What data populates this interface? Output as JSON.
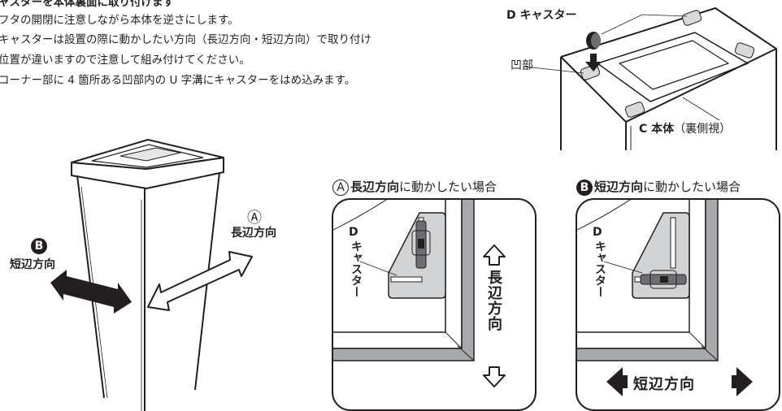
{
  "instructions": {
    "heading": "ャスターを本体裏面に取り付けます",
    "lines": [
      "フタの開閉に注意しながら本体を逆さにします。",
      "キャスターは設置の際に動かしたい方向（長辺方向・短辺方向）で取り付け",
      "位置が違いますので注意して組み付けてください。",
      "コーナー部に 4 箇所ある凹部内の U 字溝にキャスターをはめ込みます。"
    ]
  },
  "top_diagram": {
    "caster_label": "D キャスター",
    "recess_label": "凹部",
    "body_label_bold": "C 本体",
    "body_label_rest": "（裏側視）"
  },
  "bin_diagram": {
    "long_marker": "Ⓐ",
    "long_label": "長辺方向",
    "short_marker": "B",
    "short_label": "短辺方向"
  },
  "panel_a": {
    "marker": "A",
    "title_bold": "長辺方向",
    "title_rest": "に動かしたい場合",
    "d_label": "D",
    "caster_vertical": "キャスター",
    "direction_label": "長辺方向"
  },
  "panel_b": {
    "marker": "B",
    "title_bold": "短辺方向",
    "title_rest": "に動かしたい場合",
    "d_label": "D",
    "caster_vertical": "キャスター",
    "direction_label": "短辺方向"
  }
}
